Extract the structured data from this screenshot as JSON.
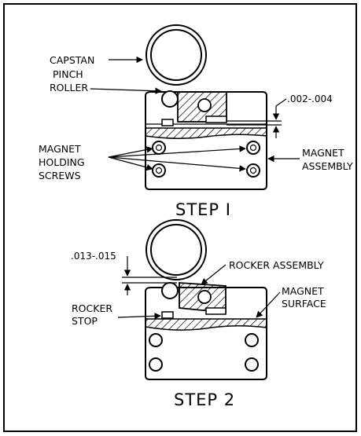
{
  "step1": {
    "capstan": "CAPSTAN",
    "pinch_line1": "PINCH",
    "pinch_line2": "ROLLER",
    "gap": ".002-.004",
    "screws_line1": "MAGNET",
    "screws_line2": "HOLDING",
    "screws_line3": "SCREWS",
    "assembly_line1": "MAGNET",
    "assembly_line2": "ASSEMBLY",
    "caption": "STEP I"
  },
  "step2": {
    "gap": ".013-.015",
    "rocker_assembly": "ROCKER ASSEMBLY",
    "surface_line1": "MAGNET",
    "surface_line2": "SURFACE",
    "stop_line1": "ROCKER",
    "stop_line2": "STOP",
    "caption": "STEP 2"
  }
}
